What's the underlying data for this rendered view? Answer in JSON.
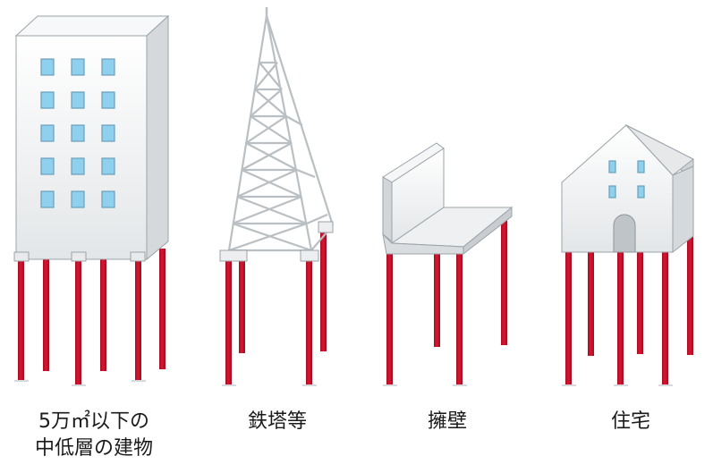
{
  "labels": {
    "building": {
      "line1": "5万㎡以下の",
      "line2": "中低層の建物"
    },
    "tower": "鉄塔等",
    "retaining_wall": "擁壁",
    "house": "住宅"
  },
  "colors": {
    "pile": "#c8102e",
    "pile_highlight": "#e0454f",
    "structure_face": "#f1f3f4",
    "structure_side": "#d5d9dc",
    "structure_outline": "#9aa3a8",
    "window": "#8fd0ee",
    "window_frame": "#6a9fb8",
    "roof": "#e6e8ea",
    "text": "#1a1a1a"
  },
  "icons": [
    "building-icon",
    "steel-tower-icon",
    "retaining-wall-icon",
    "house-icon",
    "steel-pile-icon"
  ]
}
